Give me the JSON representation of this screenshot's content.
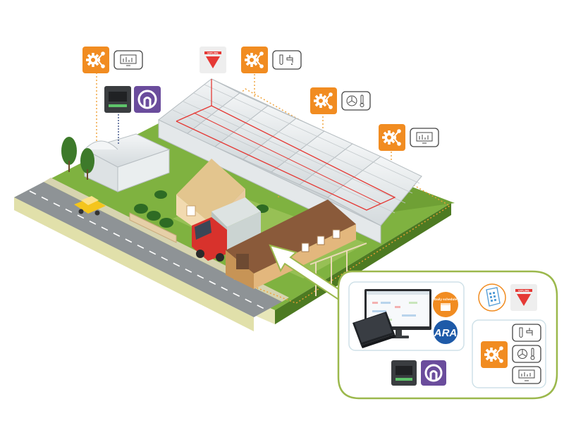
{
  "brand": {
    "name": "EXPLORE",
    "primary_color": "#e53935",
    "accent_orange": "#f18c21",
    "accent_purple": "#6a4c9c",
    "frame_green": "#9bb84c",
    "dashed_orange": "#f0a034"
  },
  "badges": {
    "ara": "ARA",
    "daily_schedule": "Daily schedule"
  },
  "icons": {
    "controller": "gear-network-icon",
    "monitor": "monitor-chart-icon",
    "irrigation": "valve-tap-icon",
    "climate": "fan-thermometer-icon",
    "cloud_gateway": "cloud-gateway-icon",
    "mobile_app": "tablet-app-icon"
  }
}
